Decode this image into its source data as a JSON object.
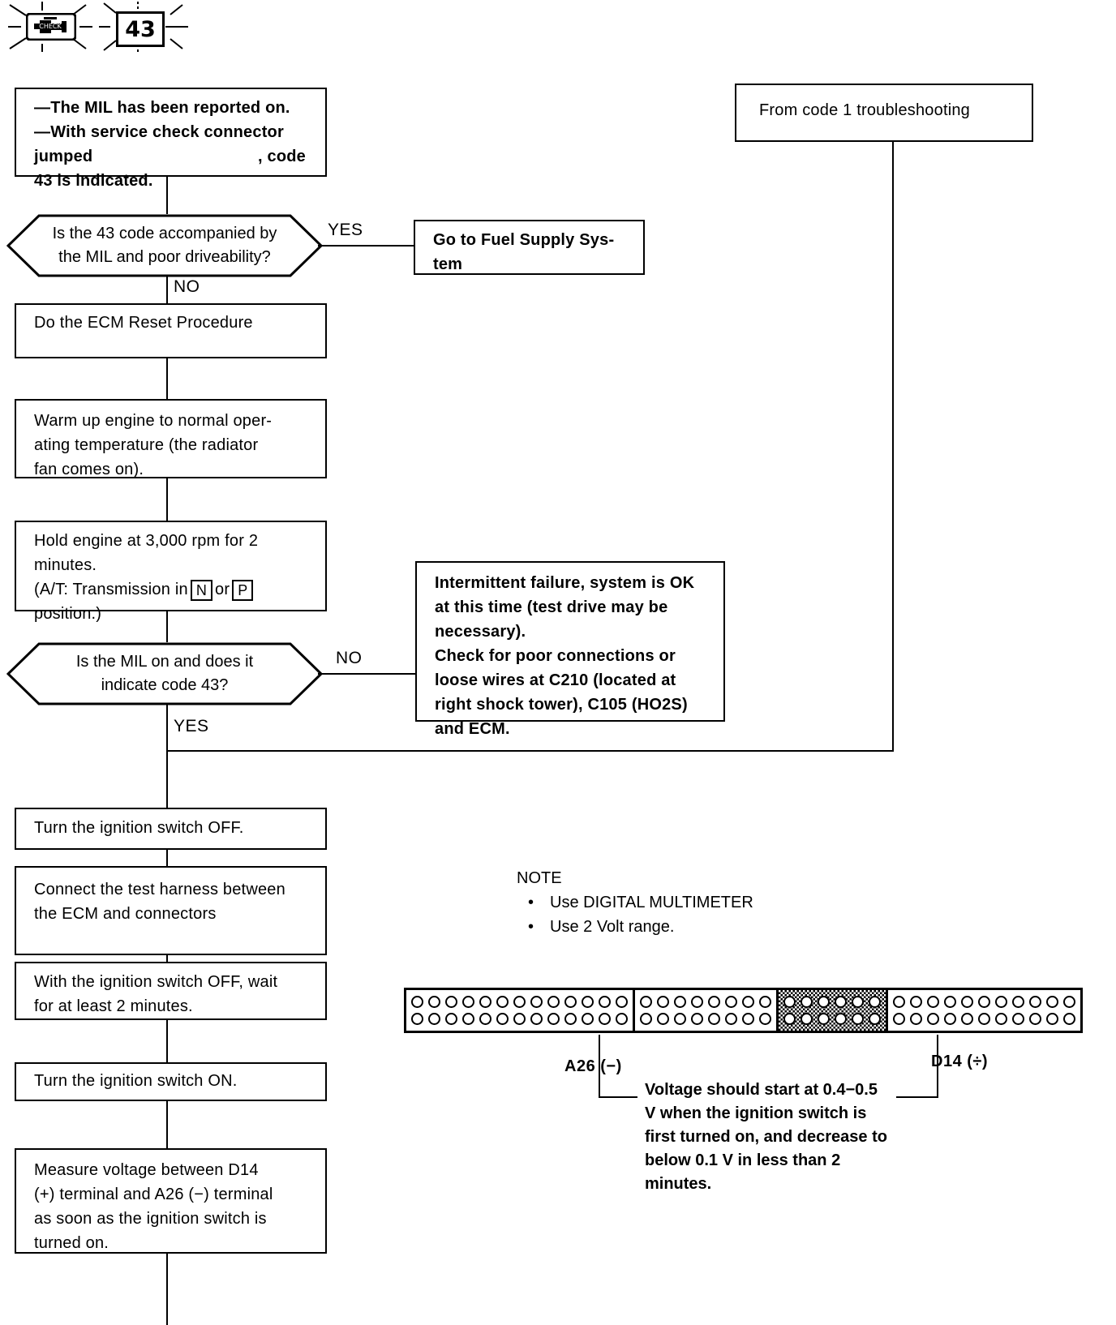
{
  "header": {
    "icon_name": "check-engine-mil-icon",
    "code": "43",
    "dash": "—"
  },
  "flow": {
    "start_box": {
      "line1": "—The MIL has been reported on.",
      "line2": "—With service check connector",
      "line3_a": "jumped",
      "line3_b": ", code",
      "line4": "43 is indicated."
    },
    "decision1": {
      "line1": "Is the 43 code accompanied by",
      "line2": "the MIL and poor driveability?",
      "yes_label": "YES",
      "no_label": "NO"
    },
    "fuel_supply_box": {
      "line1": "Go to Fuel Supply Sys-",
      "line2": "tem"
    },
    "ecm_reset_box": {
      "line1": "Do the ECM Reset Procedure"
    },
    "warmup_box": {
      "line1": "Warm up engine to normal oper-",
      "line2": "ating  temperature  (the  radiator",
      "line3": "fan comes on)."
    },
    "hold_box": {
      "line1": "Hold engine at 3,000 rpm for 2",
      "line2": "minutes.",
      "line3_a": "(A/T: Transmission in",
      "key_n": "N",
      "line3_b": "or",
      "key_p": "P",
      "line4": "position.)"
    },
    "decision2": {
      "line1": "Is the MIL on and does it",
      "line2": "indicate code 43?",
      "no_label": "NO",
      "yes_label": "YES"
    },
    "intermittent_box": {
      "line1": "Intermittent failure, system is OK",
      "line2": "at  this  time  (test  drive  may  be",
      "line3": "necessary).",
      "line4": "Check  for  poor  connections  or",
      "line5": "loose wires at C210 (located at",
      "line6": "right shock tower), C105 (HO2S)",
      "line7": "and ECM."
    },
    "from_code1_box": {
      "text": "From   code   1   troubleshooting"
    },
    "ign_off_box": {
      "line1": "Turn the ignition switch OFF."
    },
    "harness_box": {
      "line1": "Connect the test harness between",
      "line2": "the  ECM  and  connectors"
    },
    "wait_box": {
      "line1": "With the ignition switch OFF, wait",
      "line2": "for at least 2 minutes."
    },
    "ign_on_box": {
      "line1": "Turn the ignition switch ON."
    },
    "measure_box": {
      "line1": "Measure  voltage  between  D14",
      "line2": "(+) terminal and A26 (−) terminal",
      "line3": "as soon as the ignition switch is",
      "line4": "turned on."
    }
  },
  "note": {
    "title": "NOTE",
    "bullet_glyph": "•",
    "items": [
      "Use DIGITAL MULTIMETER",
      "Use 2 Volt range."
    ]
  },
  "connector": {
    "groups": [
      {
        "pins_per_row": 13,
        "rows": 2,
        "shaded": false
      },
      {
        "pins_per_row": 8,
        "rows": 2,
        "shaded": false
      },
      {
        "pins_per_row": 6,
        "rows": 2,
        "shaded": true
      },
      {
        "pins_per_row": 11,
        "rows": 2,
        "shaded": false
      }
    ],
    "label_left": "A26 (−)",
    "label_right": "D14 (÷)",
    "caption": {
      "line1": "Voltage should start at 0.4−0.5",
      "line2": "V  when  the  ignition  switch  is",
      "line3": "first turned on, and decrease to",
      "line4": "below  0.1  V  in  less  than  2",
      "line5": "minutes."
    }
  }
}
